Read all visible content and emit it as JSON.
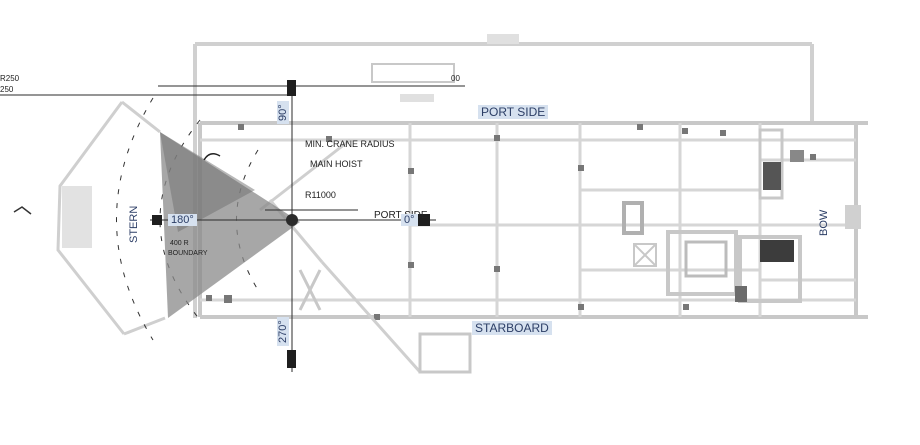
{
  "diagram": {
    "labels": {
      "port_side_top": "PORT SIDE",
      "port_side_mid": "PORT SIDE",
      "starboard": "STARBOARD",
      "stern": "STERN",
      "bow": "BOW",
      "deg_90": "90°",
      "deg_180": "180°",
      "deg_270": "270°",
      "deg_0": "0°",
      "min_crane_radius": "MIN. CRANE RADIUS",
      "main_hoist": "MAIN HOIST",
      "r_value": "R11000",
      "r_left_top": "R250",
      "r_left_bottom": "250",
      "boundary_num": "400 R",
      "boundary": "BOUNDARY",
      "small_top": "00"
    },
    "colors": {
      "line_gray": "#c8c8c8",
      "dark": "#2b2b2b",
      "sector_fill": "#8a8a8a",
      "highlight": "#d6e1ef",
      "text_blue": "#2c3e66"
    }
  }
}
